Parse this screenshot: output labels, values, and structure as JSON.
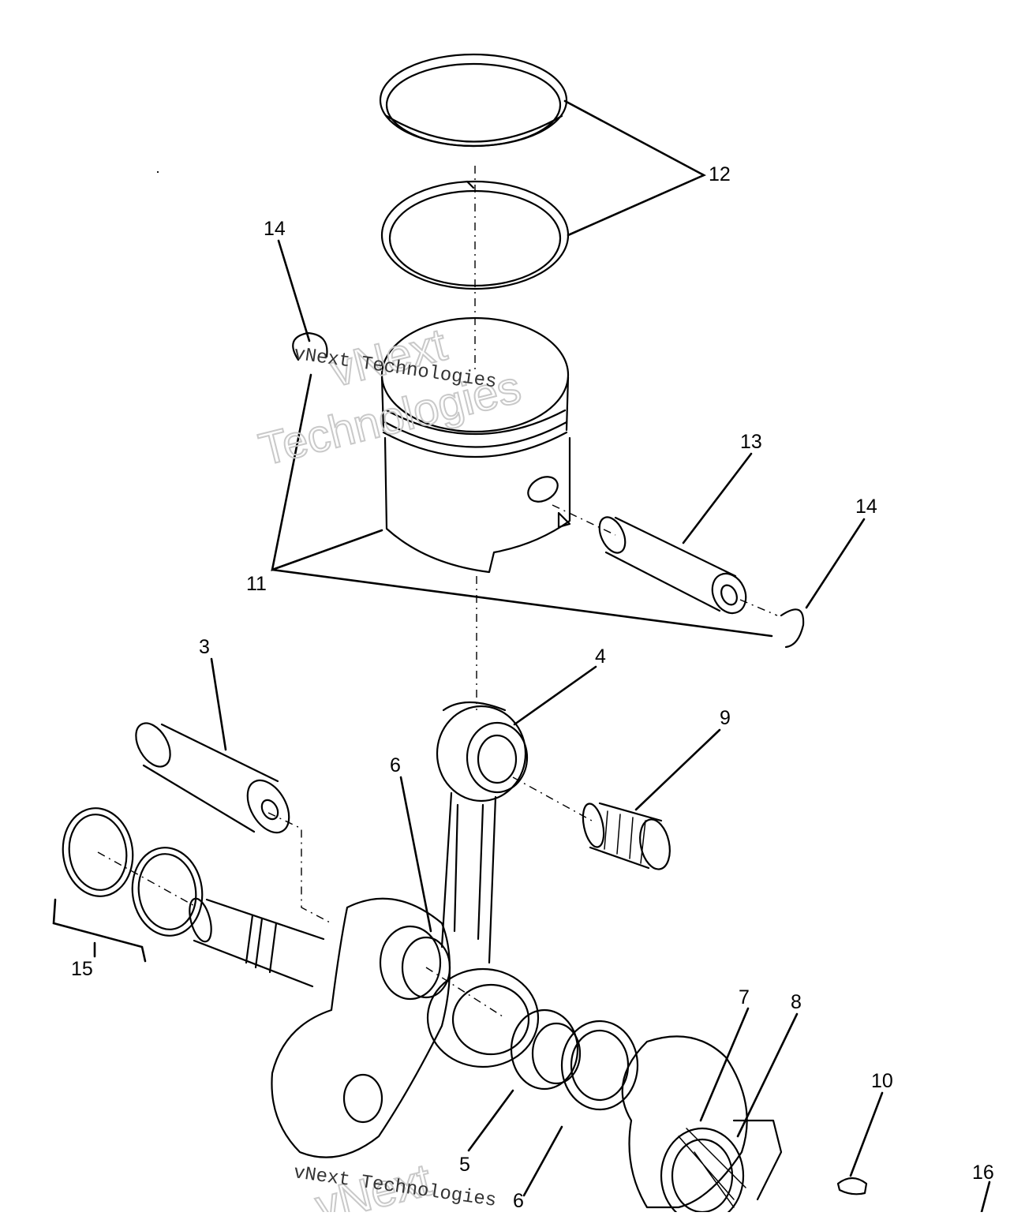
{
  "diagram": {
    "callouts": [
      {
        "id": "12",
        "text": "12"
      },
      {
        "id": "14a",
        "text": "14"
      },
      {
        "id": "13",
        "text": "13"
      },
      {
        "id": "14b",
        "text": "14"
      },
      {
        "id": "11",
        "text": "11"
      },
      {
        "id": "3",
        "text": "3"
      },
      {
        "id": "4",
        "text": "4"
      },
      {
        "id": "9",
        "text": "9"
      },
      {
        "id": "6a",
        "text": "6"
      },
      {
        "id": "15",
        "text": "15"
      },
      {
        "id": "7",
        "text": "7"
      },
      {
        "id": "8",
        "text": "8"
      },
      {
        "id": "10",
        "text": "10"
      },
      {
        "id": "5",
        "text": "5"
      },
      {
        "id": "6b",
        "text": "6"
      },
      {
        "id": "16",
        "text": "16"
      }
    ]
  },
  "watermark": {
    "line1": "vNext",
    "line2": "Technologies",
    "inline": "vNext Technologies"
  }
}
